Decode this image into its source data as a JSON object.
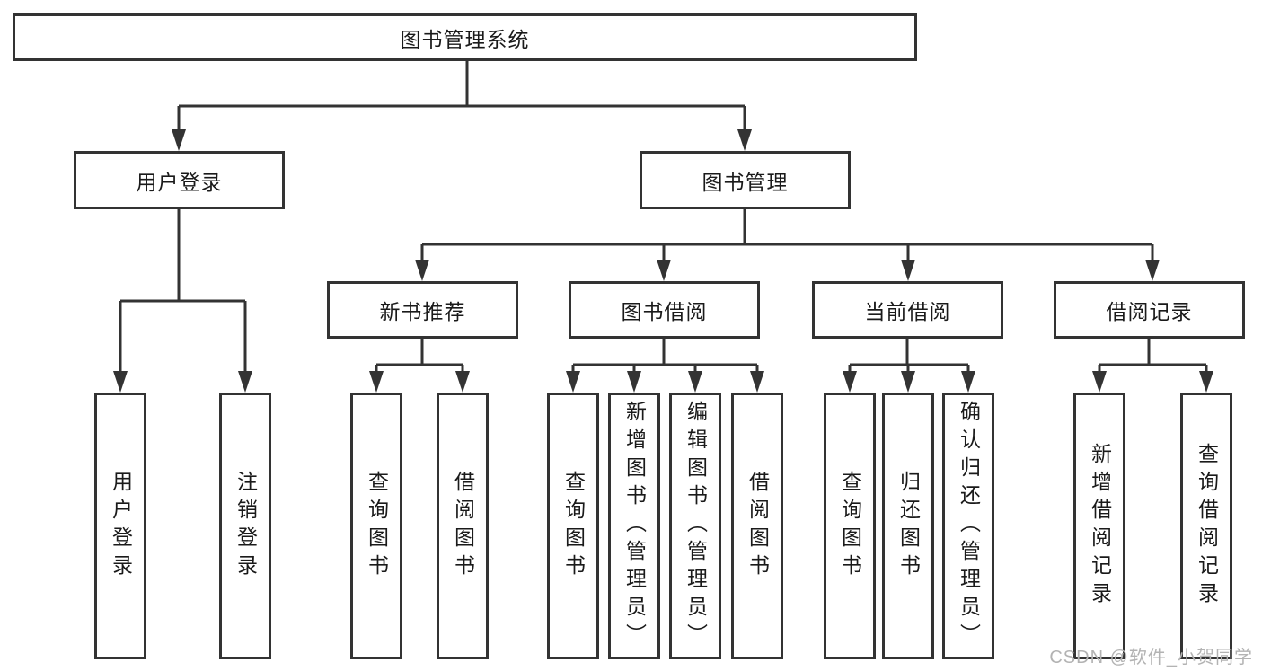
{
  "diagram": {
    "root_label": "图书管理系统",
    "branches": [
      {
        "label": "用户登录",
        "leaves": [
          "用户登录",
          "注销登录"
        ]
      },
      {
        "label": "图书管理",
        "groups": [
          {
            "label": "新书推荐",
            "leaves": [
              "查询图书",
              "借阅图书"
            ]
          },
          {
            "label": "图书借阅",
            "leaves": [
              "查询图书",
              "新增图书（管理员）",
              "编辑图书（管理员）",
              "借阅图书"
            ]
          },
          {
            "label": "当前借阅",
            "leaves": [
              "查询图书",
              "归还图书",
              "确认归还（管理员）"
            ]
          },
          {
            "label": "借阅记录",
            "leaves": [
              "新增借阅记录",
              "查询借阅记录"
            ]
          }
        ]
      }
    ]
  },
  "watermark": "CSDN @软件_小贺同学",
  "colors": {
    "line": "#333333",
    "box_border": "#333333",
    "box_background": "#ffffff",
    "text": "#1a1a1a",
    "watermark": "#b3b3b3",
    "page_background": "#ffffff"
  }
}
